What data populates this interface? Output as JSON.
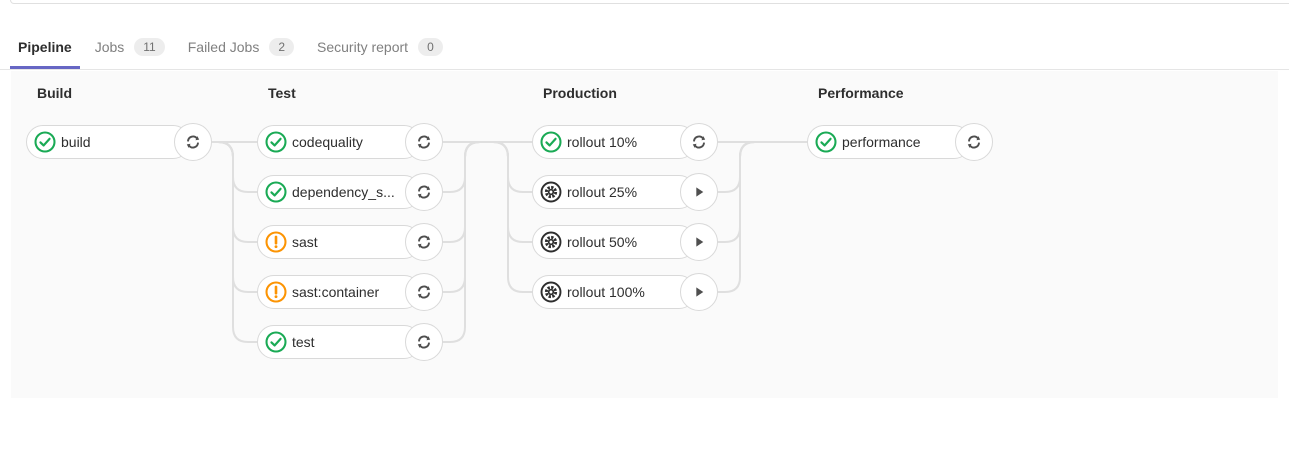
{
  "tabs": [
    {
      "label": "Pipeline",
      "badge": null,
      "active": true
    },
    {
      "label": "Jobs",
      "badge": "11",
      "active": false
    },
    {
      "label": "Failed Jobs",
      "badge": "2",
      "active": false
    },
    {
      "label": "Security report",
      "badge": "0",
      "active": false
    }
  ],
  "pipeline": {
    "stages": [
      {
        "name": "Build",
        "jobs": [
          {
            "label": "build",
            "status": "success",
            "action": "retry"
          }
        ]
      },
      {
        "name": "Test",
        "jobs": [
          {
            "label": "codequality",
            "status": "success",
            "action": "retry"
          },
          {
            "label": "dependency_s...",
            "status": "success",
            "action": "retry"
          },
          {
            "label": "sast",
            "status": "warning",
            "action": "retry"
          },
          {
            "label": "sast:container",
            "status": "warning",
            "action": "retry"
          },
          {
            "label": "test",
            "status": "success",
            "action": "retry"
          }
        ]
      },
      {
        "name": "Production",
        "jobs": [
          {
            "label": "rollout 10%",
            "status": "success",
            "action": "retry"
          },
          {
            "label": "rollout 25%",
            "status": "manual",
            "action": "play"
          },
          {
            "label": "rollout 50%",
            "status": "manual",
            "action": "play"
          },
          {
            "label": "rollout 100%",
            "status": "manual",
            "action": "play"
          }
        ]
      },
      {
        "name": "Performance",
        "jobs": [
          {
            "label": "performance",
            "status": "success",
            "action": "retry"
          }
        ]
      }
    ]
  },
  "colors": {
    "success": "#1aaa55",
    "warning": "#fc9403",
    "manual": "#2e2e2e",
    "action_icon": "#4f4f4f",
    "accent_underline": "#6666c4",
    "connector": "#dfdfdf",
    "panel_bg": "#fafafa",
    "pill_border": "#d9d9d9"
  },
  "icon_names": {
    "success": "check-circle-icon",
    "warning": "exclamation-circle-icon",
    "manual": "gear-circle-icon",
    "retry": "retry-icon",
    "play": "play-icon"
  }
}
